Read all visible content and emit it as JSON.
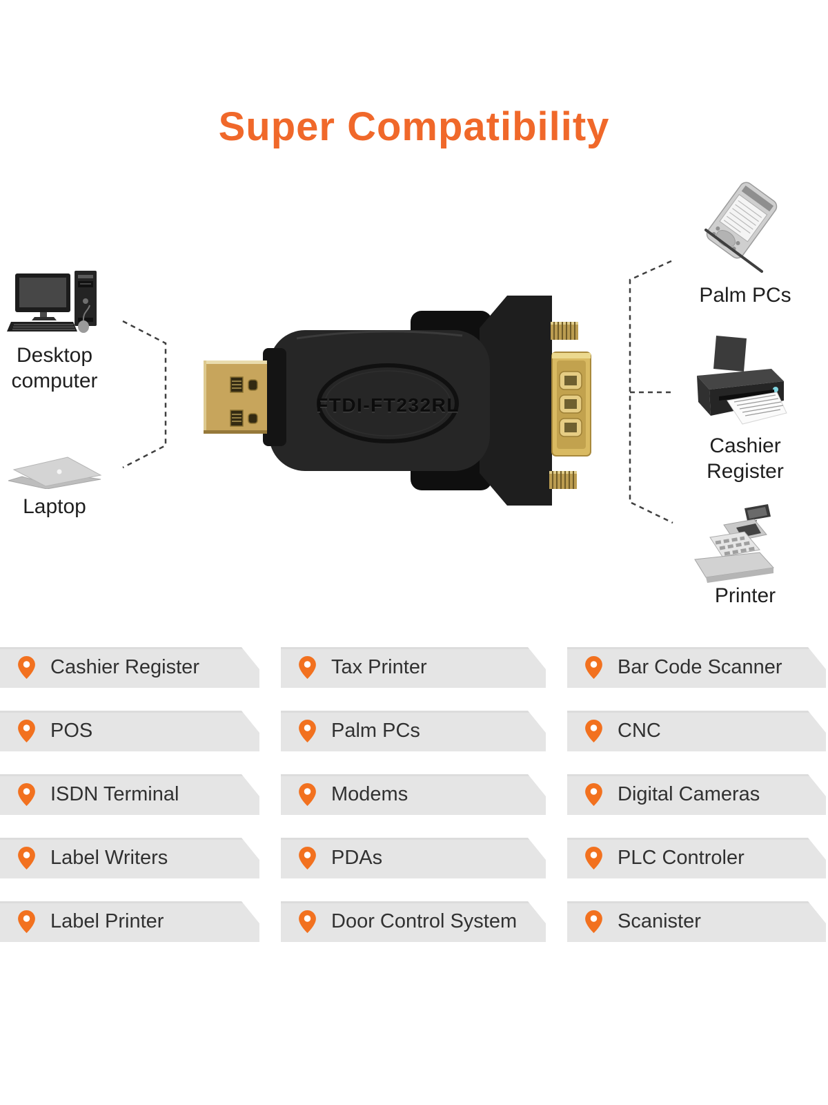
{
  "title": "Super Compatibility",
  "colors": {
    "accent_orange": "#f0682a",
    "pin_orange": "#f2711f",
    "banner_gray": "#e5e5e5",
    "label_text": "#1f1f1f",
    "usb_gold": "#c7a55c",
    "adapter_black": "#262626"
  },
  "hero": {
    "adapter_marking": "FTDI-FT232RL",
    "left_devices": [
      {
        "icon": "desktop-computer",
        "label": "Desktop computer"
      },
      {
        "icon": "laptop",
        "label": "Laptop"
      }
    ],
    "right_devices": [
      {
        "icon": "palm-pc",
        "label": "Palm PCs"
      },
      {
        "icon": "inkjet-printer",
        "label": "Cashier Register"
      },
      {
        "icon": "cash-register",
        "label": "Printer"
      }
    ]
  },
  "icons": {
    "list_bullet": "map-pin"
  },
  "compatibility": {
    "items": [
      [
        "Cashier Register",
        "Tax Printer",
        "Bar Code Scanner"
      ],
      [
        "POS",
        "Palm PCs",
        "CNC"
      ],
      [
        "ISDN Terminal",
        "Modems",
        "Digital Cameras"
      ],
      [
        "Label Writers",
        "PDAs",
        "PLC Controler"
      ],
      [
        "Label Printer",
        "Door Control System",
        "Scanister"
      ]
    ]
  }
}
